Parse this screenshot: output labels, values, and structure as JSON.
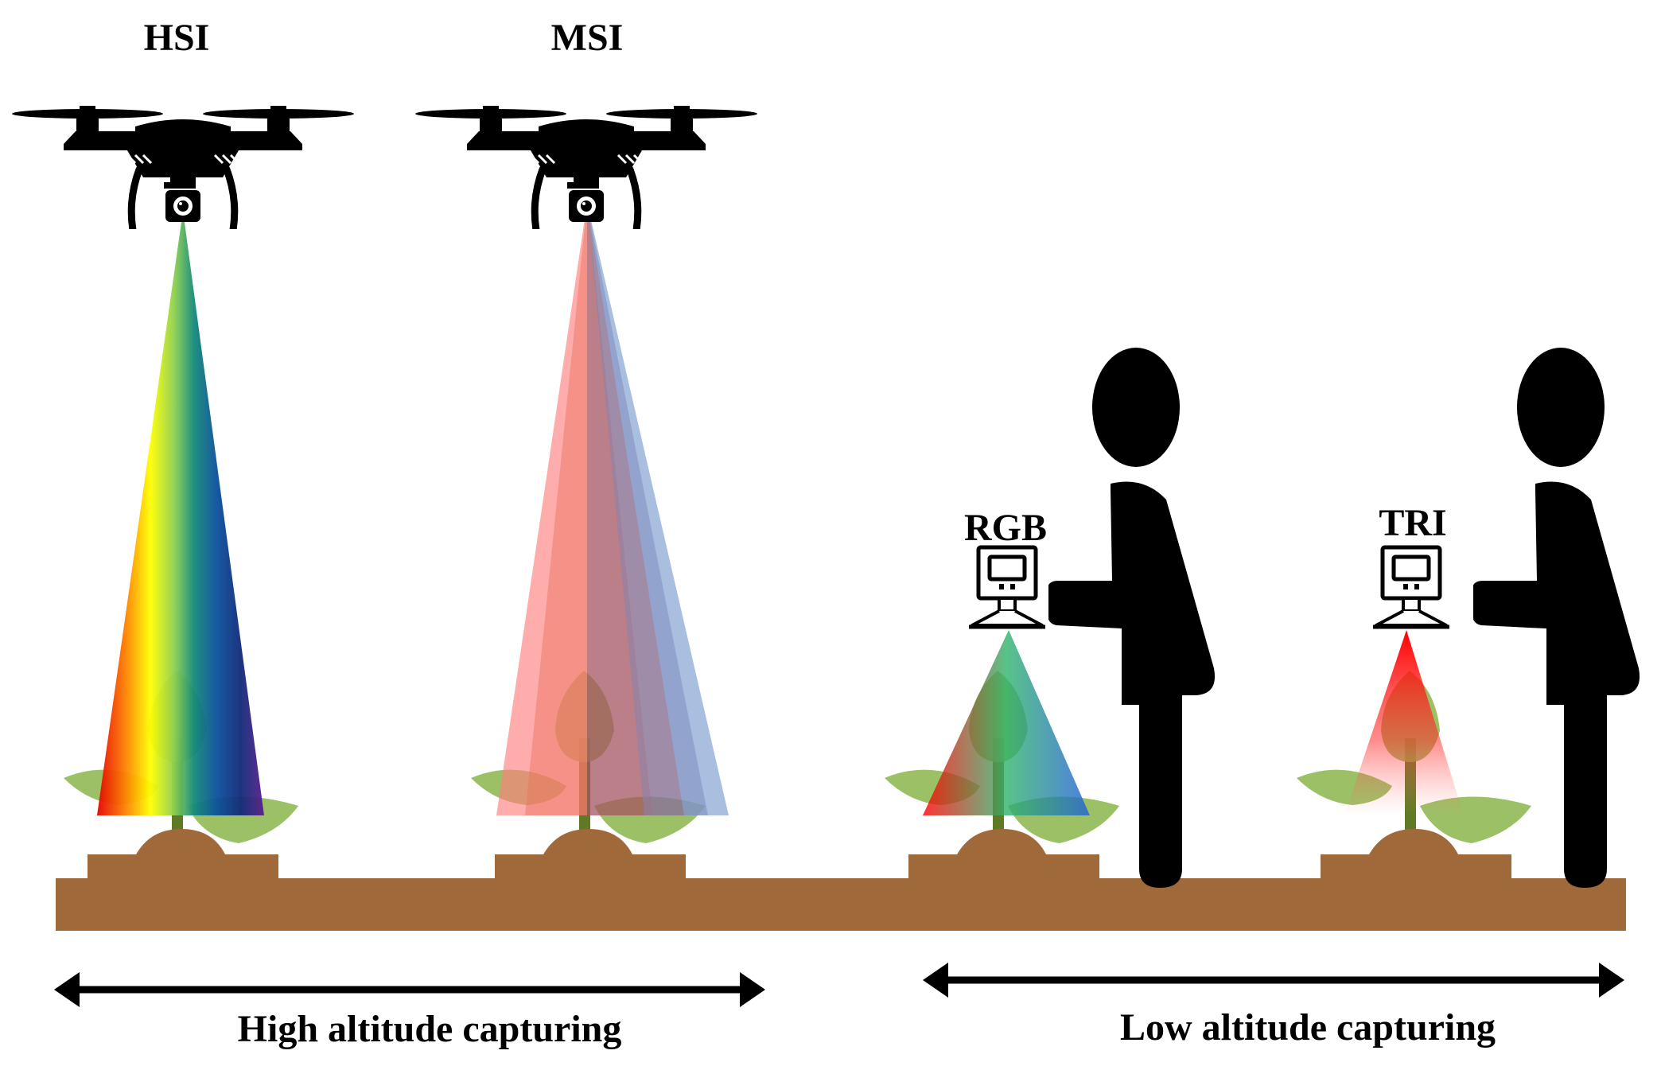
{
  "labels": {
    "hsi": "HSI",
    "msi": "MSI",
    "rgb": "RGB",
    "tri": "TRI",
    "high_altitude": "High altitude capturing",
    "low_altitude": "Low altitude capturing"
  },
  "colors": {
    "soil": "#a0693a",
    "plant": "#8bb54a",
    "stem": "#5f7a24",
    "silhouette": "#000000",
    "background": "#ffffff"
  },
  "icons": [
    "drone-icon",
    "camera-icon",
    "person-icon",
    "handheld-camera-icon",
    "plant-icon",
    "double-arrow-icon"
  ]
}
